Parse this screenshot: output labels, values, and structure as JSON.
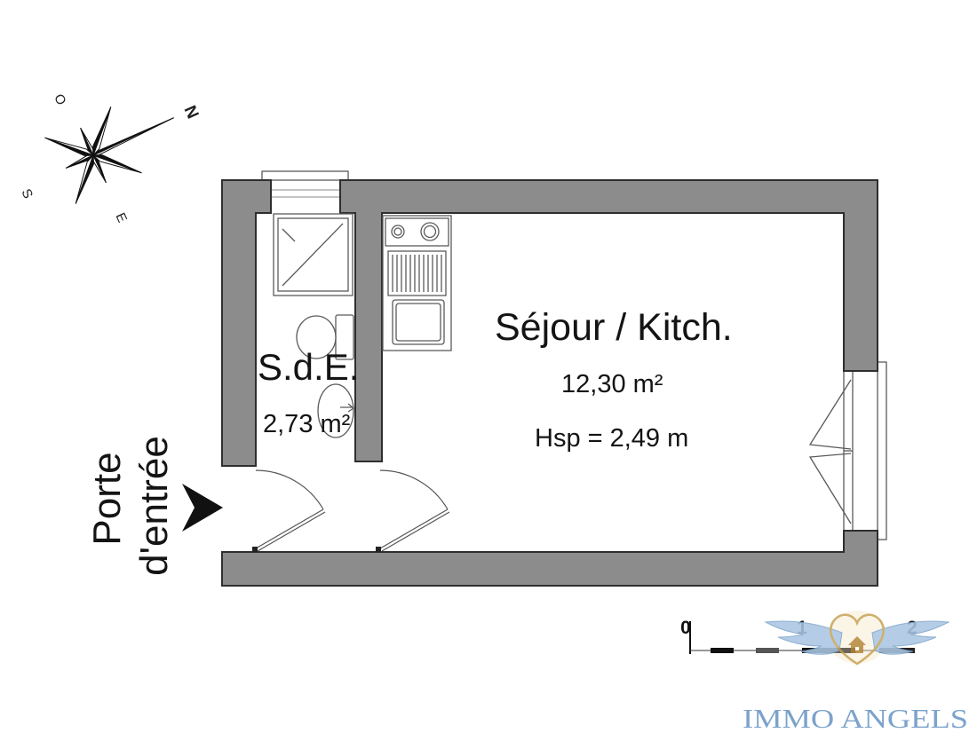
{
  "plan": {
    "rooms": {
      "sejour": {
        "name": "Séjour / Kitch.",
        "area": "12,30 m²",
        "ceiling_height": "Hsp = 2,49 m"
      },
      "sde": {
        "name": "S.d.E.",
        "area": "2,73 m²"
      }
    },
    "entrance": {
      "line1": "Porte",
      "line2": "d'entrée"
    },
    "compass": {
      "north": "N",
      "east": "E",
      "south": "S",
      "west": "O"
    },
    "scale": {
      "ticks": [
        "0",
        "1",
        "2"
      ]
    }
  },
  "logo": {
    "name": "IMMO ANGELS"
  },
  "colors": {
    "wall_fill": "#8c8c8c",
    "arrow": "#111111",
    "logo_text": "#6a97c4",
    "logo_gold": "#c9a55a",
    "logo_wing": "#aac6e2"
  }
}
